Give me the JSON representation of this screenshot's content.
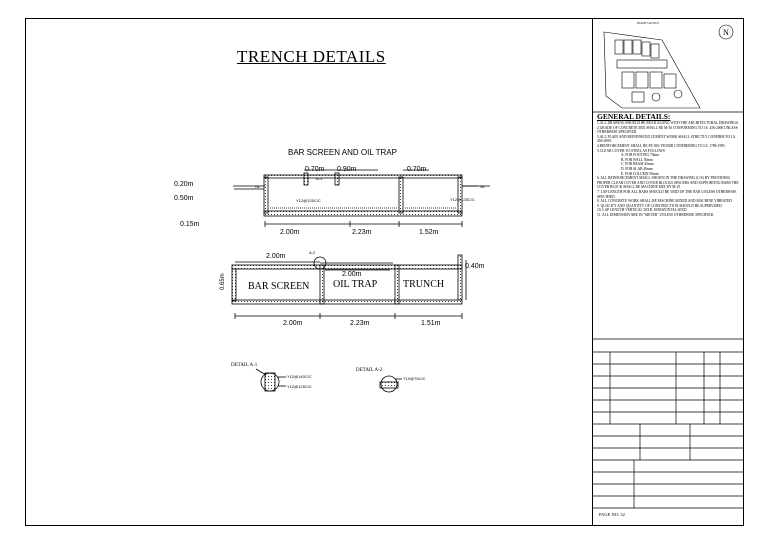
{
  "drawing": {
    "title": "TRENCH DETAILS",
    "subtitle": "BAR SCREEN AND OIL TRAP",
    "top_dims": {
      "d1": "0.70m",
      "d2": "0.90m",
      "d3": "0.70m",
      "lev1": "0.20m",
      "lev2": "0.50m",
      "lev3": "0.15m",
      "gl1": "GL",
      "gl2": "GL",
      "rebar1": "Y12@125C/C",
      "rebar2": "Y12@125C/C",
      "sec1": "A-1",
      "len1": "2.00m",
      "len2": "2.23m",
      "len3": "1.52m"
    },
    "plan": {
      "w1": "2.00m",
      "w2": "2.00m",
      "w3": "0.40m",
      "depth": "0.65m",
      "sec2": "A-2",
      "box1": "BAR SCREEN",
      "box2": "OIL TRAP",
      "box3": "TRUNCH",
      "len1": "2.00m",
      "len2": "2.23m",
      "len3": "1.51m"
    },
    "details": {
      "a1_label": "DETAIL A-1",
      "a1_r1": "Y12@140C/C",
      "a1_r2": "Y12@125C/C",
      "a2_label": "DETAIL A-2",
      "a2_r1": "Y10@75C/C"
    }
  },
  "title_block": {
    "site_label": "PLANT LAYOUT",
    "north": "N",
    "notes_heading": "GENERAL DETAILS:",
    "notes": [
      "1.ALL DRAWING SHOULD BE READ ALONG WITH THE ARCHITECTURAL DRAWINGS.",
      "2.GRADE OF CONCRETE MIX SHALL BE M-30 CONFORMING TO I.S. 456-2000 UNLESS OTHERWISE SPECIFIED.",
      "3.ALL PLAIN AND REINFORCED CEMENT WORK SHALL STRICTLY CONFIRM TO I.S. 456-2000.",
      "4.REINFORCEMENT SHALL BE FE 500- FE500D CONFIRMING TO I.S. 1786-1985.",
      "5.CLEAR COVER TO STEEL AS FOLLOWS",
      "A. FOR FOOTING 75mm",
      "B. FOR WALL 50mm",
      "C. FOR BEAM 45mm",
      "D. FOR SLAB 40mm",
      "E. FOR COLUMN 50mm",
      "6. ALL REINFORCEMENT SHALL SHOWN IN THE DRAWING (C/S) BY PROVIDING PROPER CLEAR COVER AND COVER BLOCKS SPACERS AND SUPPORTING BARS THE COVER BLOCK SHALL BE MACHINE MIX BY M-25",
      "7. LAP LENGTH FOR ALL BARS SHOULD BE 50XD OF THE BAR UNLESS OTHERWISE SPECIFIED.",
      "8. ALL CONCRETE WORK SHALL BE MACHINE MIXED AND MACHINE VIBRATED",
      "9. QUALITY AND QUANTITY OF CONSTRUCTION SHOULD BE SUPERVISED.",
      "10. LAP LENGTH VERTICAL 50XD, HORIZONTAL 60XD",
      "11. ALL DIMENSION ARE IN \"METER\" UNLESS OTHERWISE SPECIFIED."
    ],
    "page_no": "PAGE NO: 32"
  }
}
